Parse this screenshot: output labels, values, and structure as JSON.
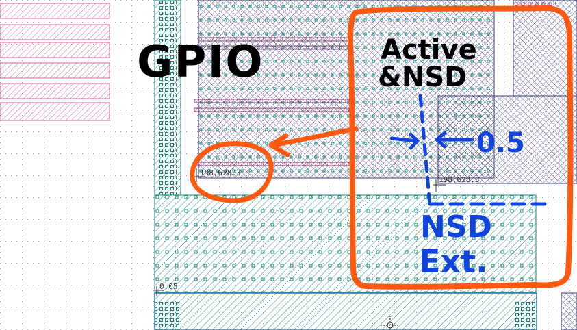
{
  "annotations": {
    "gpio_label": "GPIO",
    "active_label_line1": "Active",
    "active_label_line2": "&NSD",
    "spacing_value": "0.5",
    "nsd_ext_line1": "NSD",
    "nsd_ext_line2": "Ext."
  },
  "coordinates": {
    "left_readout": "198,628.3",
    "right_readout": "198,628.3",
    "bottom_readout": "0.05"
  },
  "colors": {
    "pink_layer": "#e060a0",
    "teal_layer": "#1a8a80",
    "navy_layer": "#3a3a8a",
    "maroon_layer": "#7a1a5a",
    "blue_layer": "#2a80c0",
    "orange_markup": "#ff5a10",
    "blue_markup": "#1144dd",
    "grid": "#b8b8b8"
  },
  "icons": {
    "origin_marker": "crosshair-circle-icon"
  }
}
